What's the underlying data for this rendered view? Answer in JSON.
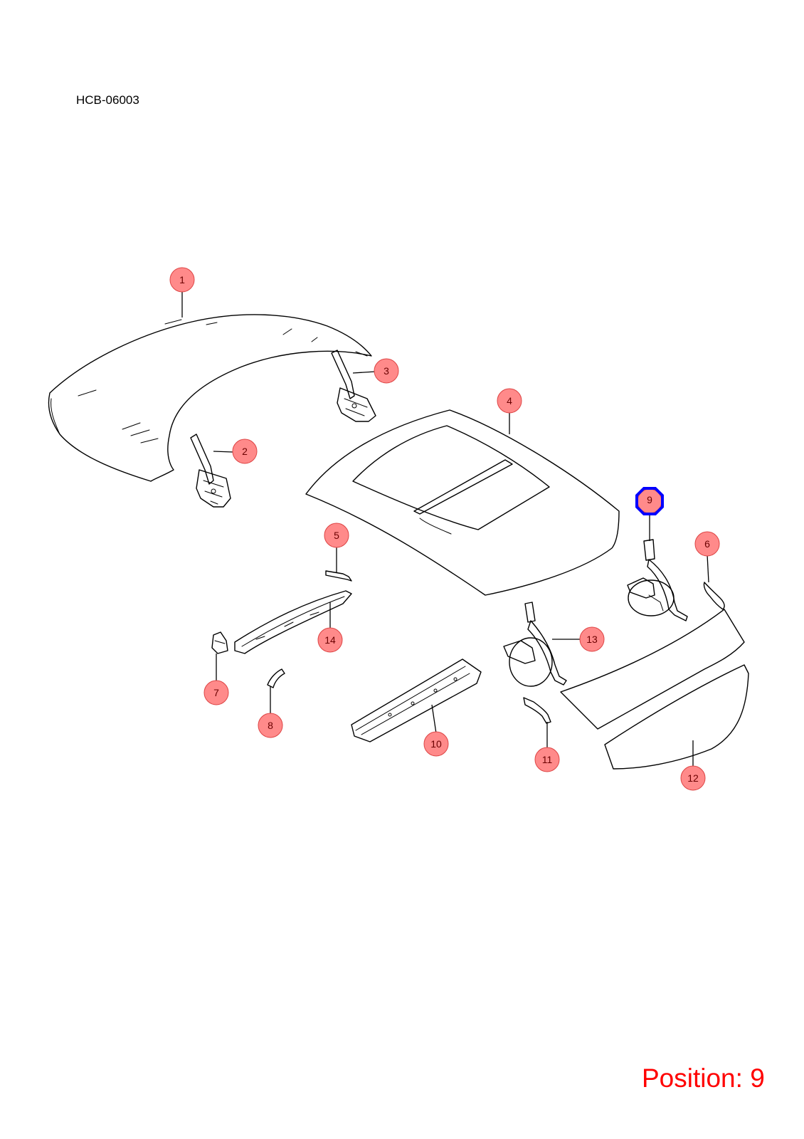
{
  "diagram": {
    "code": "HCB-06003",
    "position_text": "Position: 9",
    "selected_callout": "9"
  },
  "callouts": [
    {
      "id": "1",
      "label": "1"
    },
    {
      "id": "2",
      "label": "2"
    },
    {
      "id": "3",
      "label": "3"
    },
    {
      "id": "4",
      "label": "4"
    },
    {
      "id": "5",
      "label": "5"
    },
    {
      "id": "6",
      "label": "6"
    },
    {
      "id": "7",
      "label": "7"
    },
    {
      "id": "8",
      "label": "8"
    },
    {
      "id": "9",
      "label": "9"
    },
    {
      "id": "10",
      "label": "10"
    },
    {
      "id": "11",
      "label": "11"
    },
    {
      "id": "12",
      "label": "12"
    },
    {
      "id": "13",
      "label": "13"
    },
    {
      "id": "14",
      "label": "14"
    }
  ],
  "colors": {
    "callout_fill": "#ff8a8a",
    "selection_ring": "#0000ff",
    "position_text": "#ff0000"
  }
}
